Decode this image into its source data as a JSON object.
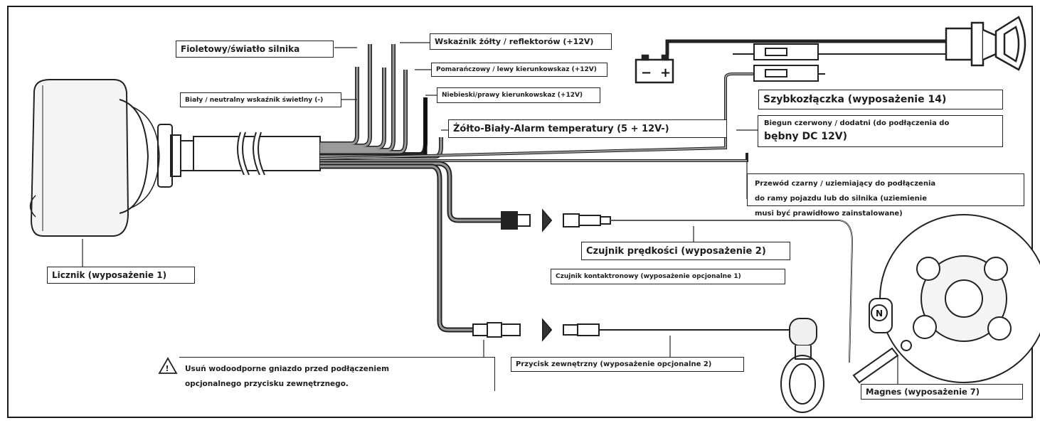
{
  "labels": {
    "fioletowy": "Fioletowy/światło silnika",
    "wskaznik_zolty": "Wskaźnik żółty / reflektorów (+12V)",
    "pomaranczowy": "Pomarańczowy / lewy kierunkowskaz (+12V)",
    "bialy": "Biały / neutralny wskaźnik świetlny (-)",
    "niebieski": "Niebieski/prawy kierunkowskaz (+12V)",
    "zolto_bialy": "Żółto-Biały-Alarm temperatury (5 + 12V-)",
    "szybkozlaczka": "Szybkozłączka (wyposażenie 14)",
    "biegun_line1": "Biegun czerwony / dodatni (do podłączenia do",
    "biegun_line2": "bębny DC 12V)",
    "przewod_line1": "Przewód czarny / uziemiający do podłączenia",
    "przewod_line2": "do ramy pojazdu lub do silnika (uziemienie",
    "przewod_line3": "musi być prawidłowo zainstalowane)",
    "czujnik_predkosci": "Czujnik prędkości (wyposażenie 2)",
    "czujnik_kontaktronowy": "Czujnik kontaktronowy (wyposażenie opcjonalne 1)",
    "licznik": "Licznik (wyposażenie 1)",
    "przycisk": "Przycisk zewnętrzny (wyposażenie opcjonalne 2)",
    "usun_line1": "Usuń wodoodporne gniazdo przed podłączeniem",
    "usun_line2": "opcjonalnego przycisku zewnętrznego.",
    "magnes": "Magnes (wyposażenie 7)",
    "battery_minus": "−",
    "battery_plus": "+",
    "neutral_symbol": "N",
    "warning_symbol": "!"
  },
  "icons": [
    "warning-triangle-icon",
    "battery-icon",
    "key-switch-icon",
    "speedometer-device",
    "brake-disc",
    "magnet-sensor",
    "external-button-device"
  ],
  "colors": {
    "line": "#1a1a1a",
    "wire_gray": "#8a8a8a",
    "text": "#1d1d1d"
  }
}
